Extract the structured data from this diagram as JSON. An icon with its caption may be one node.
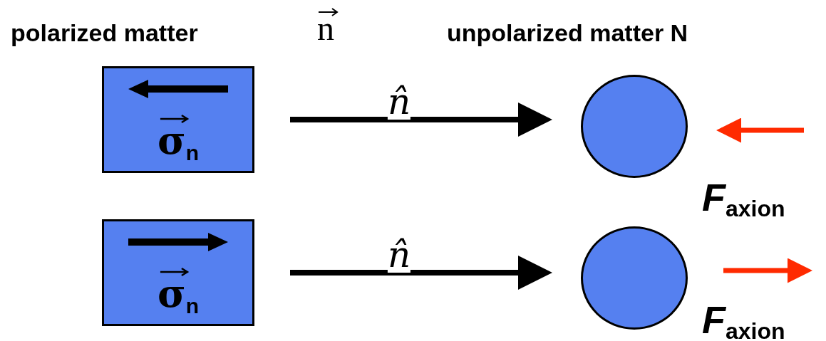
{
  "diagram": {
    "nodes": [
      {
        "text": [
          "σ$_{n}$"
        ]
      },
      {
        "text": [],
        "shape": "circle"
      },
      {
        "text": [
          "σ$_{n}$"
        ]
      },
      {
        "text": [],
        "shape": "circle"
      }
    ],
    "edges": [
      {
        "from": 0,
        "to": 1,
        "arrow": "to",
        "label": "n̂"
      },
      {
        "from": 2,
        "to": 3,
        "arrow": "to",
        "label": "n̂"
      }
    ],
    "labels": [
      "polarized matter",
      "n",
      "unpolarized matter N",
      "*F*$_{axion}$",
      "*F*$_{axion}$"
    ]
  }
}
